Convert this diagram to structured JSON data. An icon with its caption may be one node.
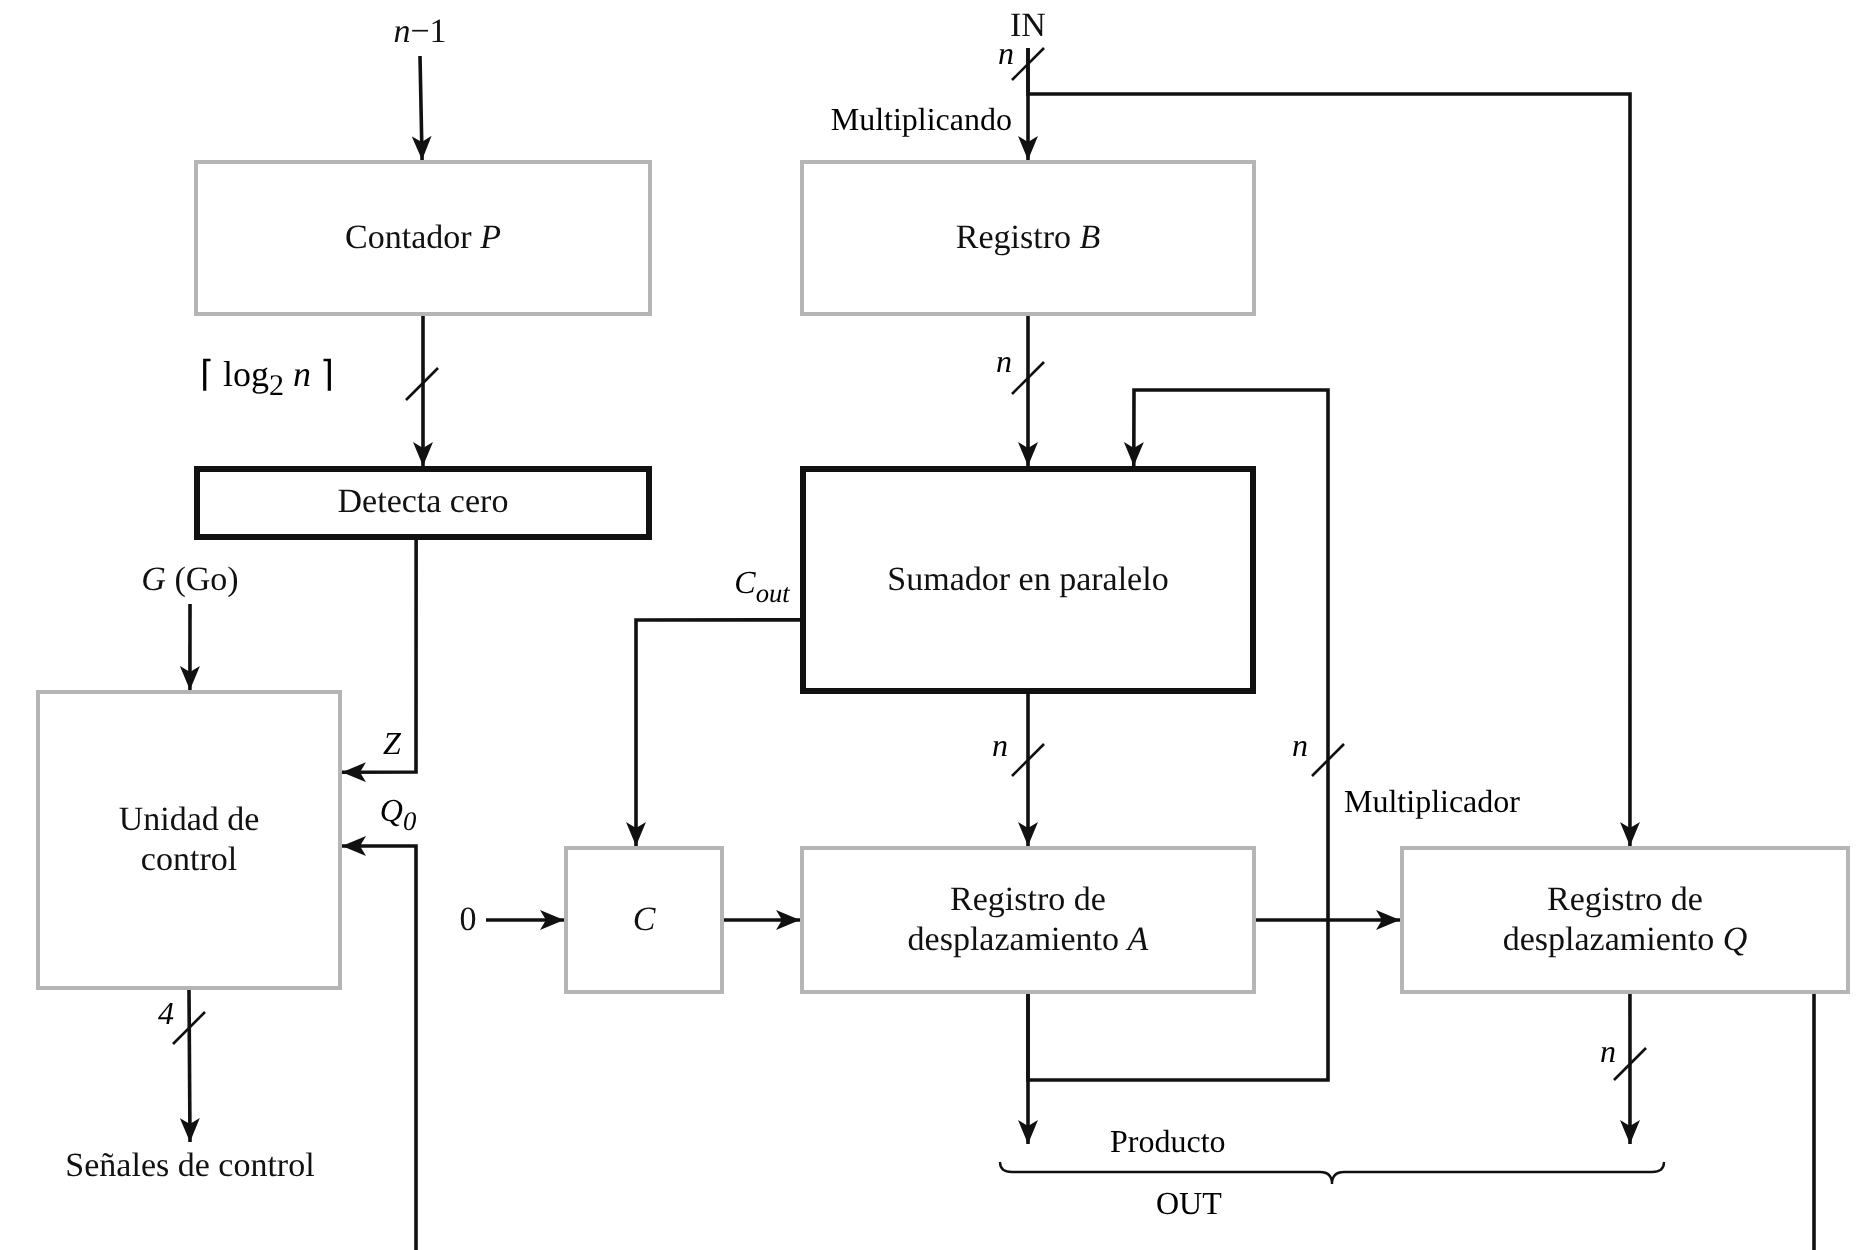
{
  "diagram": {
    "nodes": [
      {
        "text": [
          "*n*−1"
        ]
      },
      {
        "text": [
          "Contador *P*"
        ]
      },
      {
        "text": [
          "Detecta cero"
        ]
      },
      {
        "text": [
          "*G* (Go)"
        ]
      },
      {
        "text": [
          "Unidad de control"
        ]
      },
      {
        "text": [
          "Señales de control"
        ]
      },
      {
        "text": [
          "IN"
        ]
      },
      {
        "text": [
          "Registro *B*"
        ]
      },
      {
        "text": [
          "Sumador en paralelo"
        ]
      },
      {
        "text": [
          "0"
        ]
      },
      {
        "text": [
          "C"
        ]
      },
      {
        "text": [
          "Registro de desplazamiento *A*"
        ]
      },
      {
        "text": [
          "Registro de desplazamiento *Q*"
        ]
      }
    ],
    "edges": [
      {
        "from": 0,
        "to": 1,
        "arrow": "to"
      },
      {
        "from": 1,
        "to": 2,
        "arrow": "to"
      },
      {
        "from": 2,
        "to": 4,
        "arrow": "to",
        "label": "Z"
      },
      {
        "from": 3,
        "to": 4,
        "arrow": "to"
      },
      {
        "from": 4,
        "to": 5,
        "arrow": "to",
        "label": "4"
      },
      {
        "from": null,
        "to": 4,
        "arrow": "to",
        "label": "Q$_{0}$"
      },
      {
        "from": 6,
        "to": 7,
        "arrow": "to",
        "label": "n"
      },
      {
        "from": 6,
        "to": 12,
        "arrow": "to"
      },
      {
        "from": 7,
        "to": 8,
        "arrow": "to",
        "label": "n"
      },
      {
        "from": 11,
        "to": 8,
        "arrow": "to",
        "label": "n"
      },
      {
        "from": 8,
        "to": 11,
        "arrow": "to",
        "label": "n"
      },
      {
        "from": 8,
        "to": 10,
        "arrow": "to",
        "label": "C$_{out}$"
      },
      {
        "from": 9,
        "to": 10,
        "arrow": "to"
      },
      {
        "from": 10,
        "to": 11,
        "arrow": "to"
      },
      {
        "from": 11,
        "to": 12,
        "arrow": "to"
      },
      {
        "from": 11,
        "to": null,
        "arrow": "to"
      },
      {
        "from": 12,
        "to": null,
        "arrow": "to",
        "label": "n"
      },
      {
        "from": 12,
        "to": null,
        "arrow": "none"
      }
    ],
    "labels": [
      "⌈ log$_{2}$ *n* ⌉",
      "Multiplicando",
      "Multiplicador",
      "Producto",
      "OUT"
    ]
  }
}
